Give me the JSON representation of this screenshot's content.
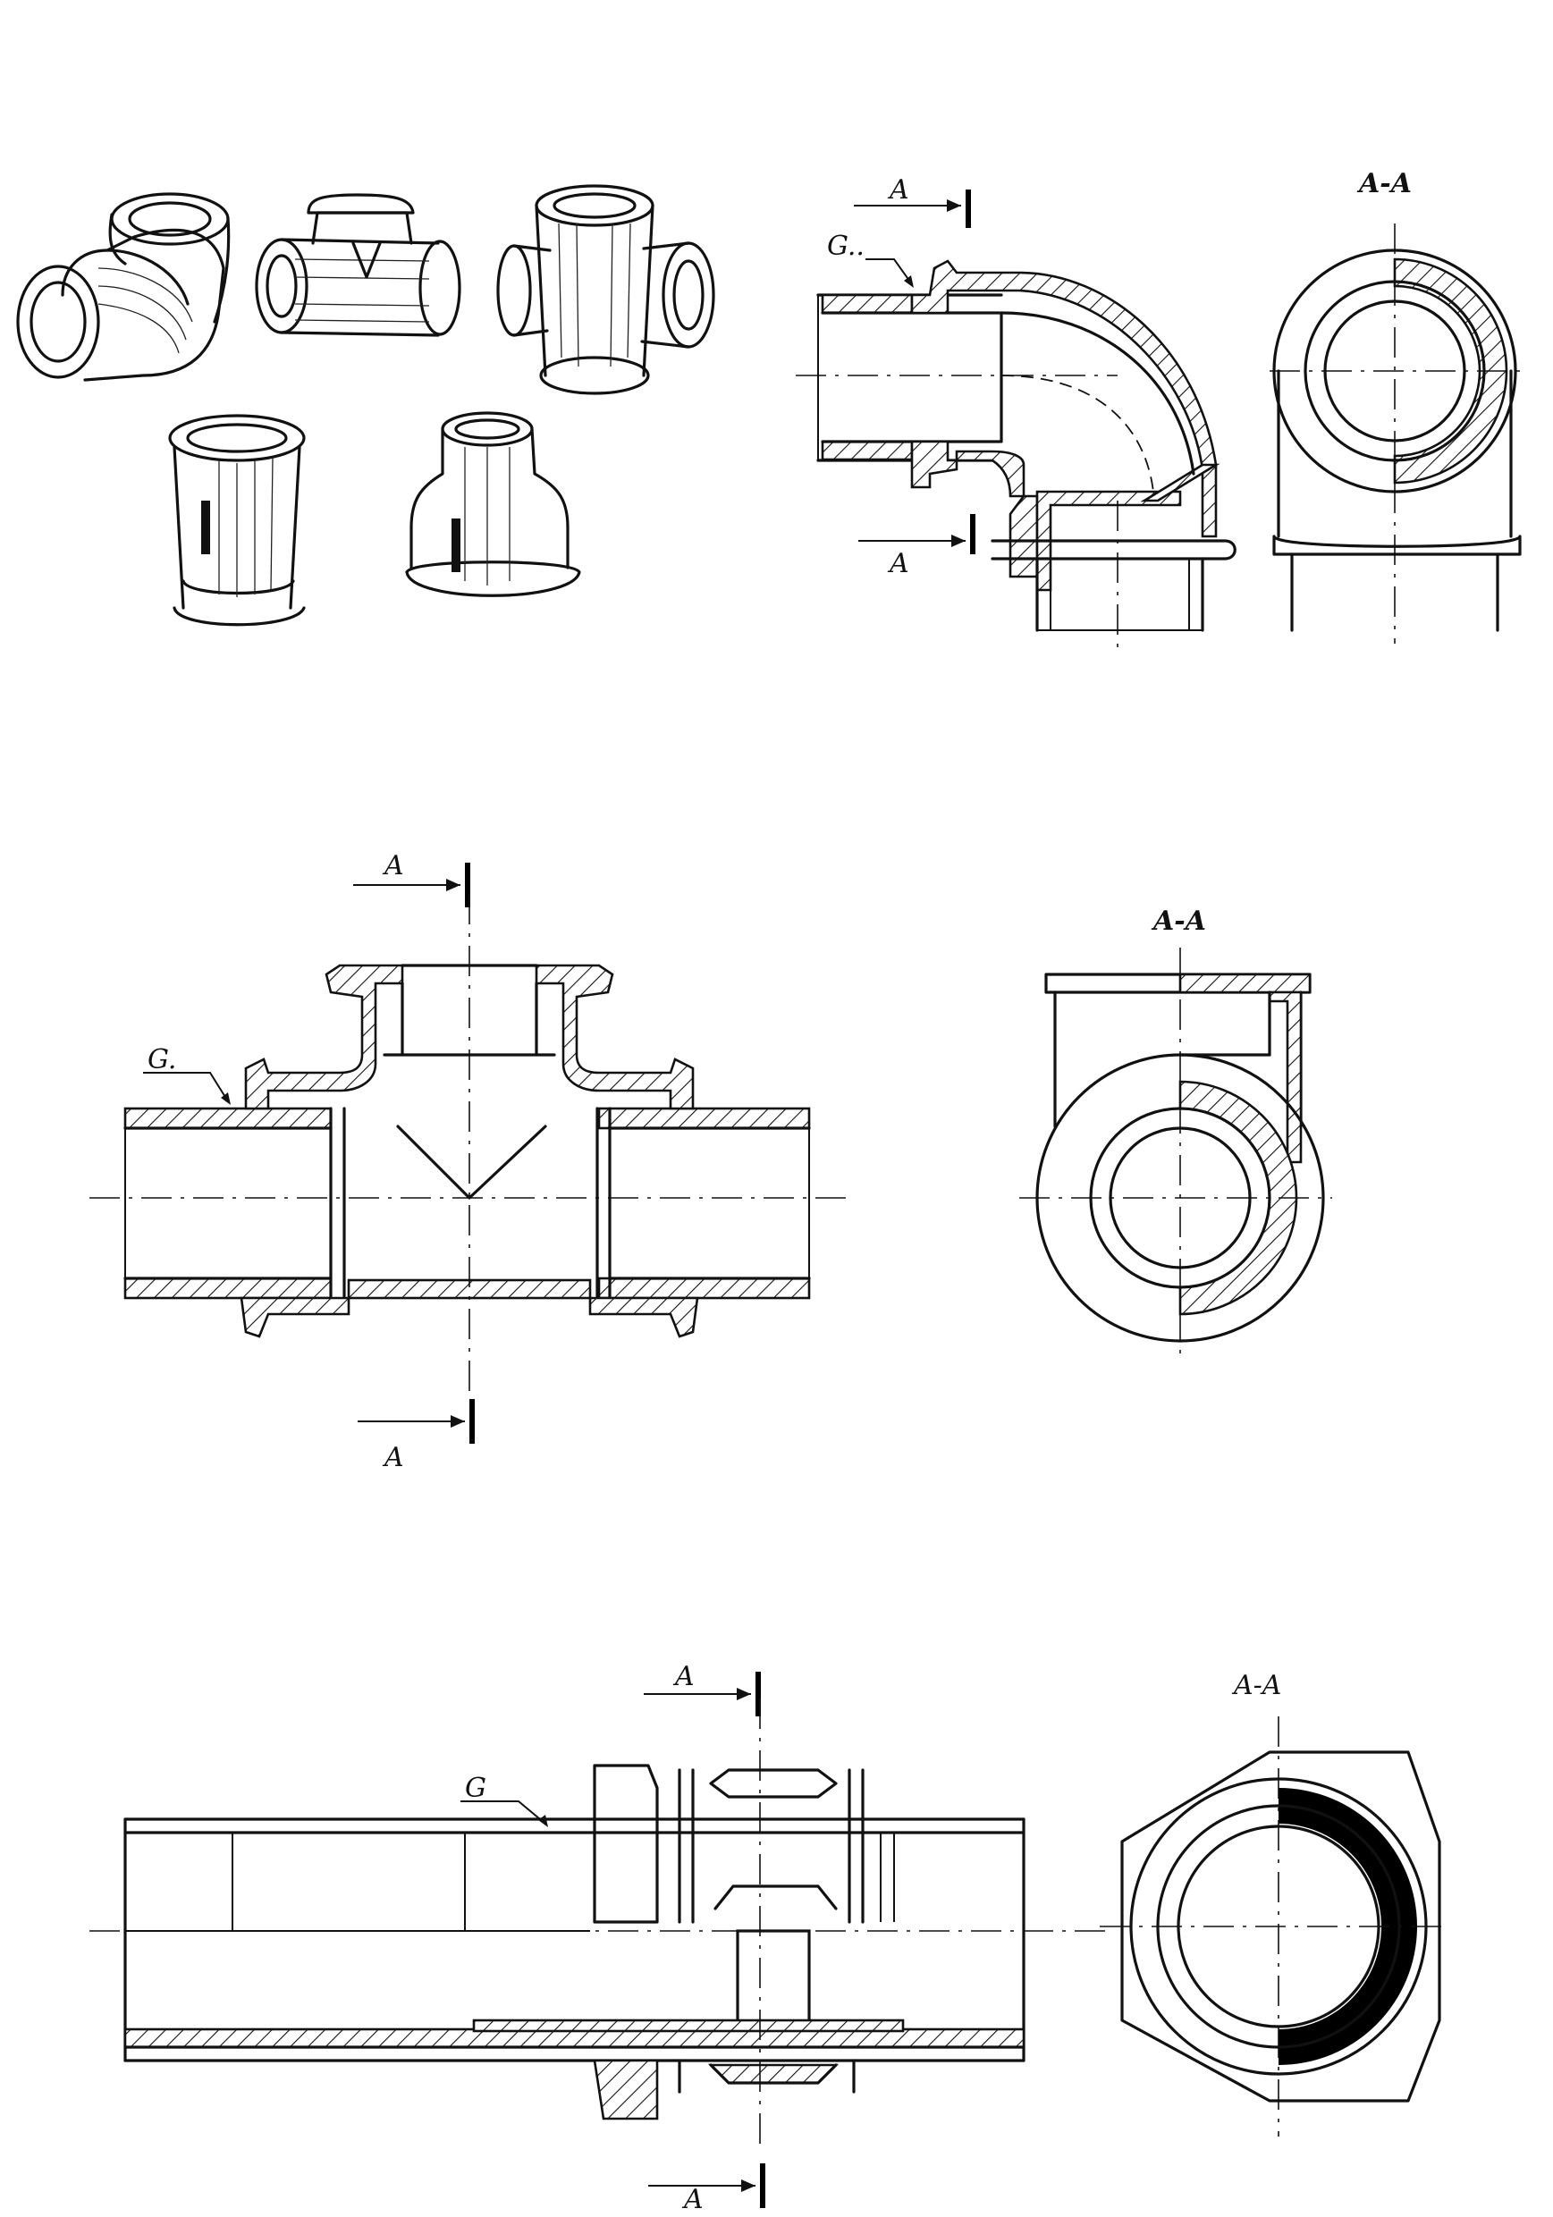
{
  "section_labels": {
    "arrow_letter": "A",
    "section_view": "A-A"
  },
  "thread_labels": {
    "elbow": "G..",
    "tee": "G.",
    "union": "G"
  },
  "colors": {
    "ink": "#111111",
    "paper": "#ffffff"
  }
}
